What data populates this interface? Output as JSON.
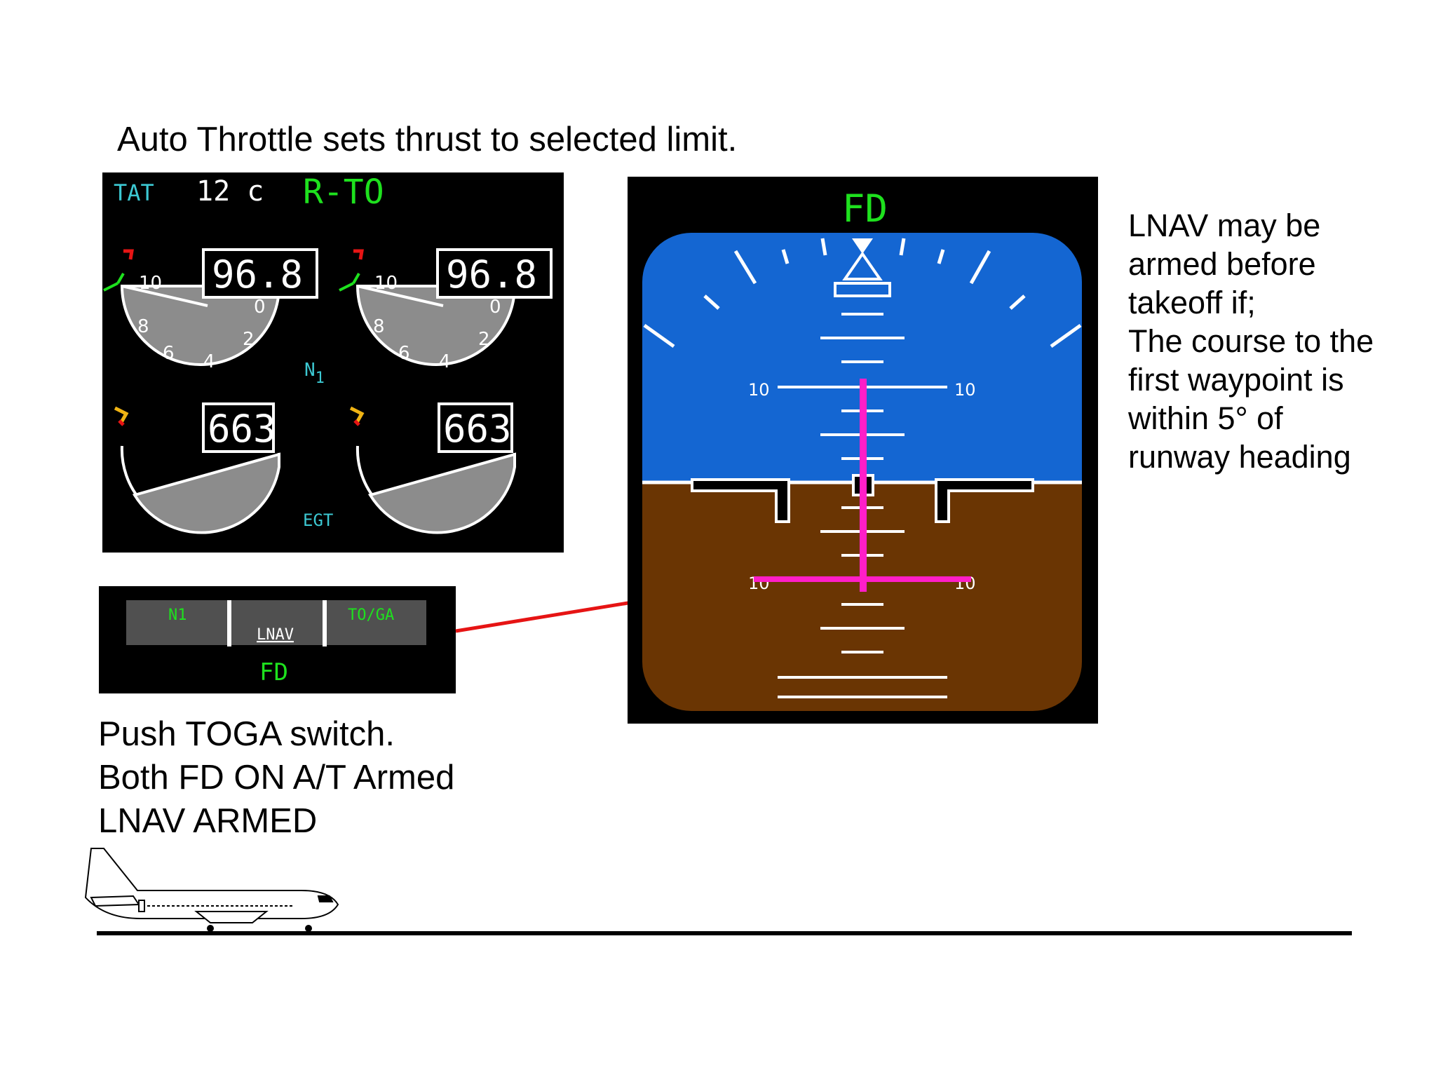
{
  "heading": "Auto Throttle sets thrust to selected limit.",
  "push_lines": [
    "Push TOGA switch.",
    "Both FD ON A/T Armed",
    "LNAV ARMED"
  ],
  "lnav_note": [
    "LNAV may be",
    "armed before",
    "takeoff if;",
    "The course to the",
    "first waypoint is",
    "within 5°  of",
    "runway heading"
  ],
  "eicas": {
    "tat_label": "TAT",
    "tat_value": "12 c",
    "thrust_mode": "R-TO",
    "n1_label": "N",
    "n1_sub": "1",
    "egt_label": "EGT",
    "engines": [
      {
        "n1": "96.8",
        "egt": "663"
      },
      {
        "n1": "96.8",
        "egt": "663"
      }
    ],
    "n1_dial_ticks": [
      "10",
      "8",
      "6",
      "4",
      "2",
      "0"
    ]
  },
  "fma": {
    "n1": "N1",
    "lnav": "LNAV",
    "toga": "TO/GA",
    "fd": "FD"
  },
  "adi": {
    "fd": "FD",
    "pitch_labels": [
      "10",
      "10",
      "10",
      "10"
    ]
  },
  "colors": {
    "sky": "#1466d2",
    "ground": "#6a3503",
    "fd_bars": "#ff1ec8",
    "green": "#1ee11e",
    "cyan": "#3cc8d2",
    "arrow": "#e61414"
  }
}
